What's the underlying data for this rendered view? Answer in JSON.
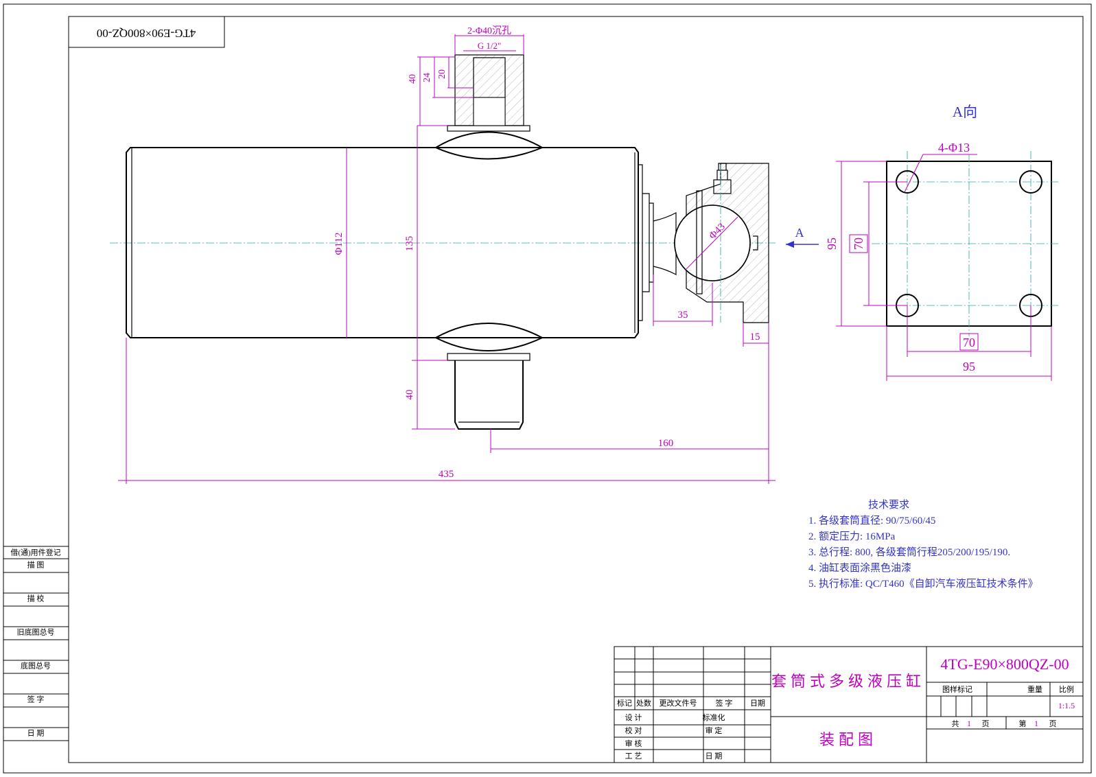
{
  "colors": {
    "dimension": "#c000c0",
    "centerline": "#2aa6a6",
    "notes": "#3333cc",
    "outline": "#000000"
  },
  "stamp_top": "4TG-E90×800QZ-00",
  "dimensions": {
    "port_holes": "2-Φ40沉孔",
    "thread": "G 1/2\"",
    "d40_top": "40",
    "d24": "24",
    "d20": "20",
    "d112": "Φ112",
    "d135": "135",
    "d43": "Φ43",
    "d35": "35",
    "d15": "15",
    "d40_bottom": "40",
    "d160": "160",
    "d435": "435",
    "view_arrow": "A"
  },
  "view_a": {
    "title": "A向",
    "holes": "4-Φ13",
    "h95": "95",
    "h70": "70",
    "w70": "70",
    "w95": "95"
  },
  "notes": {
    "title": "技术要求",
    "items": [
      "1. 各级套筒直径: 90/75/60/45",
      "2. 额定压力: 16MPa",
      "3. 总行程: 800, 各级套筒行程205/200/195/190.",
      "4. 油缸表面涂黑色油漆",
      "5. 执行标准: QC/T460《自卸汽车液压缸技术条件》"
    ]
  },
  "left_strip": [
    "借(通)用件登记",
    "描 图",
    "描 校",
    "旧底图总号",
    "底图总号",
    "签 字",
    "日 期"
  ],
  "title_block": {
    "name": "套筒式多级液压缸",
    "drawing_type": "装配图",
    "code": "4TG-E90×800QZ-00",
    "header_row": [
      "标记",
      "处数",
      "更改文件号",
      "签 字",
      "日期"
    ],
    "rows": [
      [
        "设 计",
        "标准化"
      ],
      [
        "校 对",
        "审 定"
      ],
      [
        "审 核",
        ""
      ],
      [
        "工 艺",
        "日 期"
      ]
    ],
    "stage_label": "图样标记",
    "weight_label": "重量",
    "scale_label": "比例",
    "scale": "1:1.5",
    "total_prefix": "共",
    "total": "1",
    "total_suffix": "页",
    "sheet_prefix": "第",
    "sheet": "1",
    "sheet_suffix": "页"
  }
}
